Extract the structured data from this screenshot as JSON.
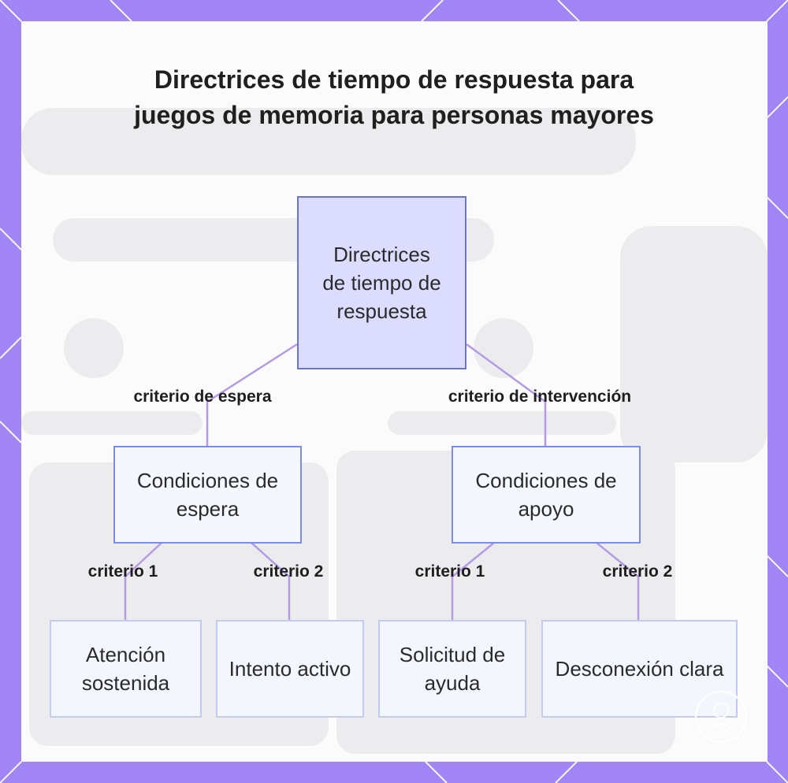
{
  "title": "Directrices de tiempo de respuesta para juegos de memoria para personas mayores",
  "colors": {
    "frame": "#a185f4",
    "panel": "#fbfbfc",
    "root_fill": "#dcdcfe",
    "root_border": "#6a73d6",
    "mid_border": "#7d8ce6",
    "leaf_border": "#c2ccf3",
    "connector": "#b49ae6"
  },
  "nodes": {
    "root": "Directrices de tiempo de respuesta",
    "wait": "Condiciones de espera",
    "support": "Condiciones de apoyo",
    "attention": "Atención sostenida",
    "attempt": "Intento activo",
    "help": "Solicitud de ayuda",
    "disconnect": "Desconexión clara"
  },
  "edges": {
    "wait": "criterio de espera",
    "intervention": "criterio de intervención",
    "wait_c1": "criterio 1",
    "wait_c2": "criterio 2",
    "support_c1": "criterio 1",
    "support_c2": "criterio 2"
  }
}
